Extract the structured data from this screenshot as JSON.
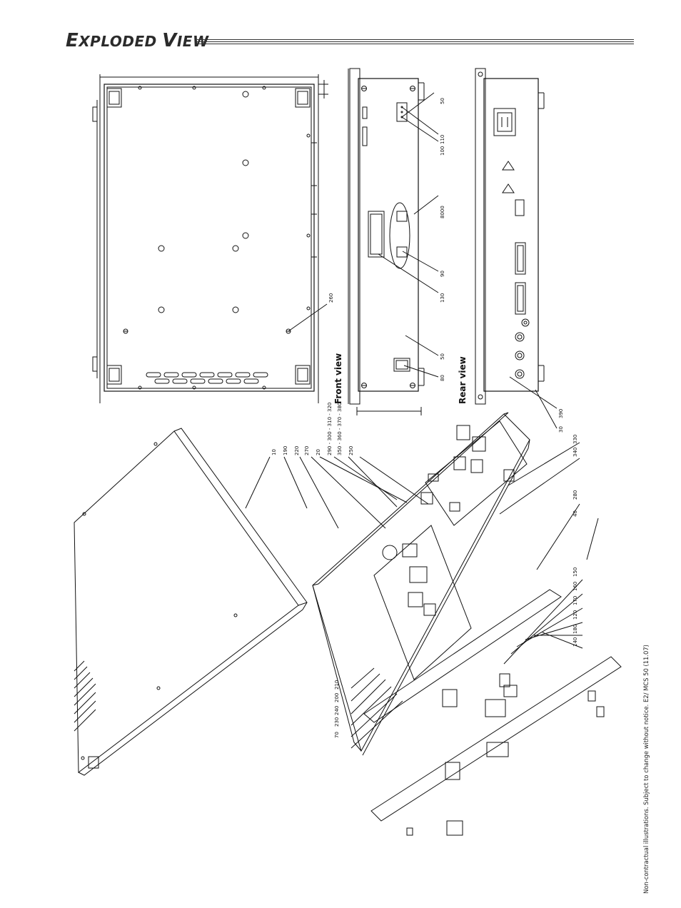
{
  "page": {
    "title_initial_1": "E",
    "title_rest_1": "XPLODED",
    "title_initial_2": "V",
    "title_rest_2": "IEW",
    "footnote": "Non-contractual illustrations. Subject to change without notice. E2/ MCS 50 (11.07)"
  },
  "views": {
    "front_label": "Front view",
    "rear_label": "Rear view"
  },
  "front_callouts": [
    "50",
    "110",
    "100",
    "8000",
    "90",
    "130",
    "50",
    "80"
  ],
  "rear_callouts": [
    "390",
    "30"
  ],
  "top_callouts": [
    "260"
  ],
  "exploded_callouts": [
    "10",
    "190",
    "220",
    "270",
    "20",
    "290 - 300 - 310 - 320",
    "350 - 360 - 370 - 380",
    "250",
    "330",
    "340",
    "280",
    "40",
    "150",
    "160",
    "170",
    "120",
    "180",
    "140",
    "210",
    "200",
    "240",
    "230",
    "70"
  ]
}
